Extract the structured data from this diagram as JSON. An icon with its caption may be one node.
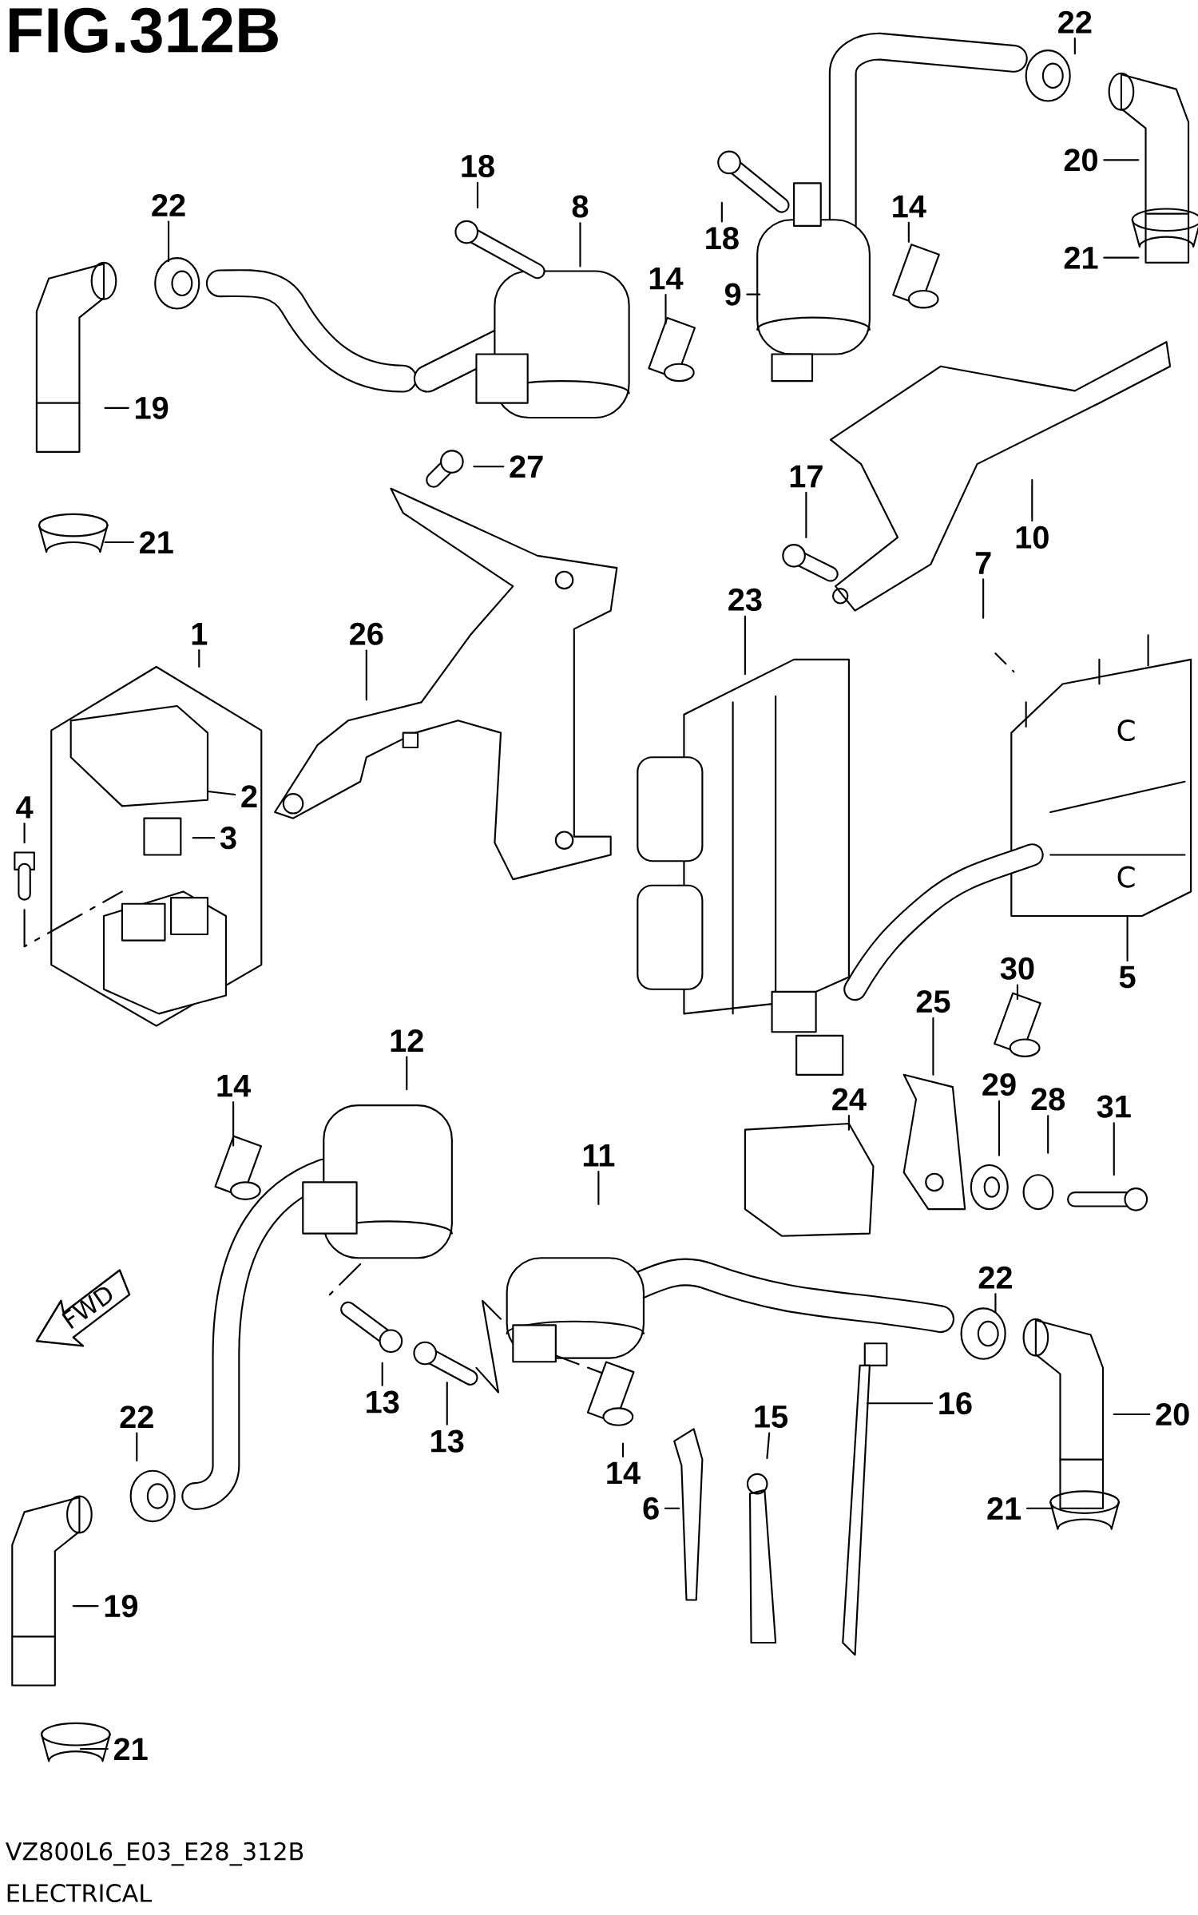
{
  "diagram": {
    "title": "FIG.312B",
    "nodes": [
      {
        "text": [
          "22"
        ]
      },
      {
        "text": [
          "20"
        ]
      },
      {
        "text": [
          "18"
        ]
      },
      {
        "text": [
          "22"
        ]
      },
      {
        "text": [
          "8"
        ]
      },
      {
        "text": [
          "14"
        ]
      },
      {
        "text": [
          "18"
        ]
      },
      {
        "text": [
          "21"
        ]
      },
      {
        "text": [
          "14"
        ]
      },
      {
        "text": [
          "9"
        ]
      },
      {
        "text": [
          "19"
        ]
      },
      {
        "text": [
          "27"
        ]
      },
      {
        "text": [
          "17"
        ]
      },
      {
        "text": [
          "10"
        ]
      },
      {
        "text": [
          "21"
        ]
      },
      {
        "text": [
          "7"
        ]
      },
      {
        "text": [
          "23"
        ]
      },
      {
        "text": [
          "1"
        ]
      },
      {
        "text": [
          "26"
        ]
      },
      {
        "text": [
          "2"
        ]
      },
      {
        "text": [
          "4"
        ]
      },
      {
        "text": [
          "3"
        ]
      },
      {
        "text": [
          "30"
        ]
      },
      {
        "text": [
          "5"
        ]
      },
      {
        "text": [
          "25"
        ]
      },
      {
        "text": [
          "12"
        ]
      },
      {
        "text": [
          "14"
        ]
      },
      {
        "text": [
          "29"
        ]
      },
      {
        "text": [
          "24"
        ]
      },
      {
        "text": [
          "28"
        ]
      },
      {
        "text": [
          "31"
        ]
      },
      {
        "text": [
          "11"
        ]
      },
      {
        "text": [
          "22"
        ]
      },
      {
        "text": [
          "13"
        ]
      },
      {
        "text": [
          "16"
        ]
      },
      {
        "text": [
          "20"
        ]
      },
      {
        "text": [
          "15"
        ]
      },
      {
        "text": [
          "22"
        ]
      },
      {
        "text": [
          "13"
        ]
      },
      {
        "text": [
          "14"
        ]
      },
      {
        "text": [
          "6"
        ]
      },
      {
        "text": [
          "21"
        ]
      },
      {
        "text": [
          "19"
        ]
      },
      {
        "text": [
          "21"
        ]
      }
    ],
    "edges": [
      {
        "from": 0,
        "to": null,
        "arrow": "none"
      },
      {
        "from": 1,
        "to": null,
        "arrow": "none"
      },
      {
        "from": 2,
        "to": null,
        "arrow": "none"
      },
      {
        "from": 3,
        "to": null,
        "arrow": "none"
      },
      {
        "from": 4,
        "to": null,
        "arrow": "none"
      },
      {
        "from": 5,
        "to": null,
        "arrow": "none"
      },
      {
        "from": 6,
        "to": null,
        "arrow": "none"
      },
      {
        "from": 7,
        "to": null,
        "arrow": "none"
      },
      {
        "from": 8,
        "to": null,
        "arrow": "none"
      },
      {
        "from": 9,
        "to": null,
        "arrow": "none"
      },
      {
        "from": 10,
        "to": null,
        "arrow": "none"
      },
      {
        "from": 11,
        "to": null,
        "arrow": "none"
      },
      {
        "from": 12,
        "to": null,
        "arrow": "none"
      },
      {
        "from": 13,
        "to": null,
        "arrow": "none"
      },
      {
        "from": 14,
        "to": null,
        "arrow": "none"
      },
      {
        "from": 15,
        "to": null,
        "arrow": "none"
      },
      {
        "from": 16,
        "to": null,
        "arrow": "none"
      },
      {
        "from": 17,
        "to": null,
        "arrow": "none"
      },
      {
        "from": 18,
        "to": null,
        "arrow": "none"
      },
      {
        "from": 19,
        "to": null,
        "arrow": "none"
      },
      {
        "from": 20,
        "to": null,
        "arrow": "none"
      },
      {
        "from": 21,
        "to": null,
        "arrow": "none"
      },
      {
        "from": 22,
        "to": null,
        "arrow": "none"
      },
      {
        "from": 23,
        "to": null,
        "arrow": "none"
      },
      {
        "from": 24,
        "to": null,
        "arrow": "none"
      },
      {
        "from": 25,
        "to": null,
        "arrow": "none"
      },
      {
        "from": 26,
        "to": null,
        "arrow": "none"
      },
      {
        "from": 27,
        "to": null,
        "arrow": "none"
      },
      {
        "from": 28,
        "to": null,
        "arrow": "none"
      },
      {
        "from": 29,
        "to": null,
        "arrow": "none"
      },
      {
        "from": 30,
        "to": null,
        "arrow": "none"
      },
      {
        "from": 31,
        "to": null,
        "arrow": "none"
      },
      {
        "from": 32,
        "to": null,
        "arrow": "none"
      },
      {
        "from": 33,
        "to": null,
        "arrow": "none"
      },
      {
        "from": 34,
        "to": null,
        "arrow": "none"
      },
      {
        "from": 35,
        "to": null,
        "arrow": "none"
      },
      {
        "from": 36,
        "to": null,
        "arrow": "none"
      },
      {
        "from": 37,
        "to": null,
        "arrow": "none"
      },
      {
        "from": 38,
        "to": null,
        "arrow": "none"
      },
      {
        "from": 39,
        "to": null,
        "arrow": "none"
      },
      {
        "from": 40,
        "to": null,
        "arrow": "none"
      },
      {
        "from": 41,
        "to": null,
        "arrow": "none"
      },
      {
        "from": 42,
        "to": null,
        "arrow": "none"
      },
      {
        "from": 43,
        "to": null,
        "arrow": "none"
      }
    ],
    "labels": [
      "C",
      "C",
      "FWD",
      "VZ800L6_E03_E28_312B",
      "ELECTRICAL"
    ]
  }
}
